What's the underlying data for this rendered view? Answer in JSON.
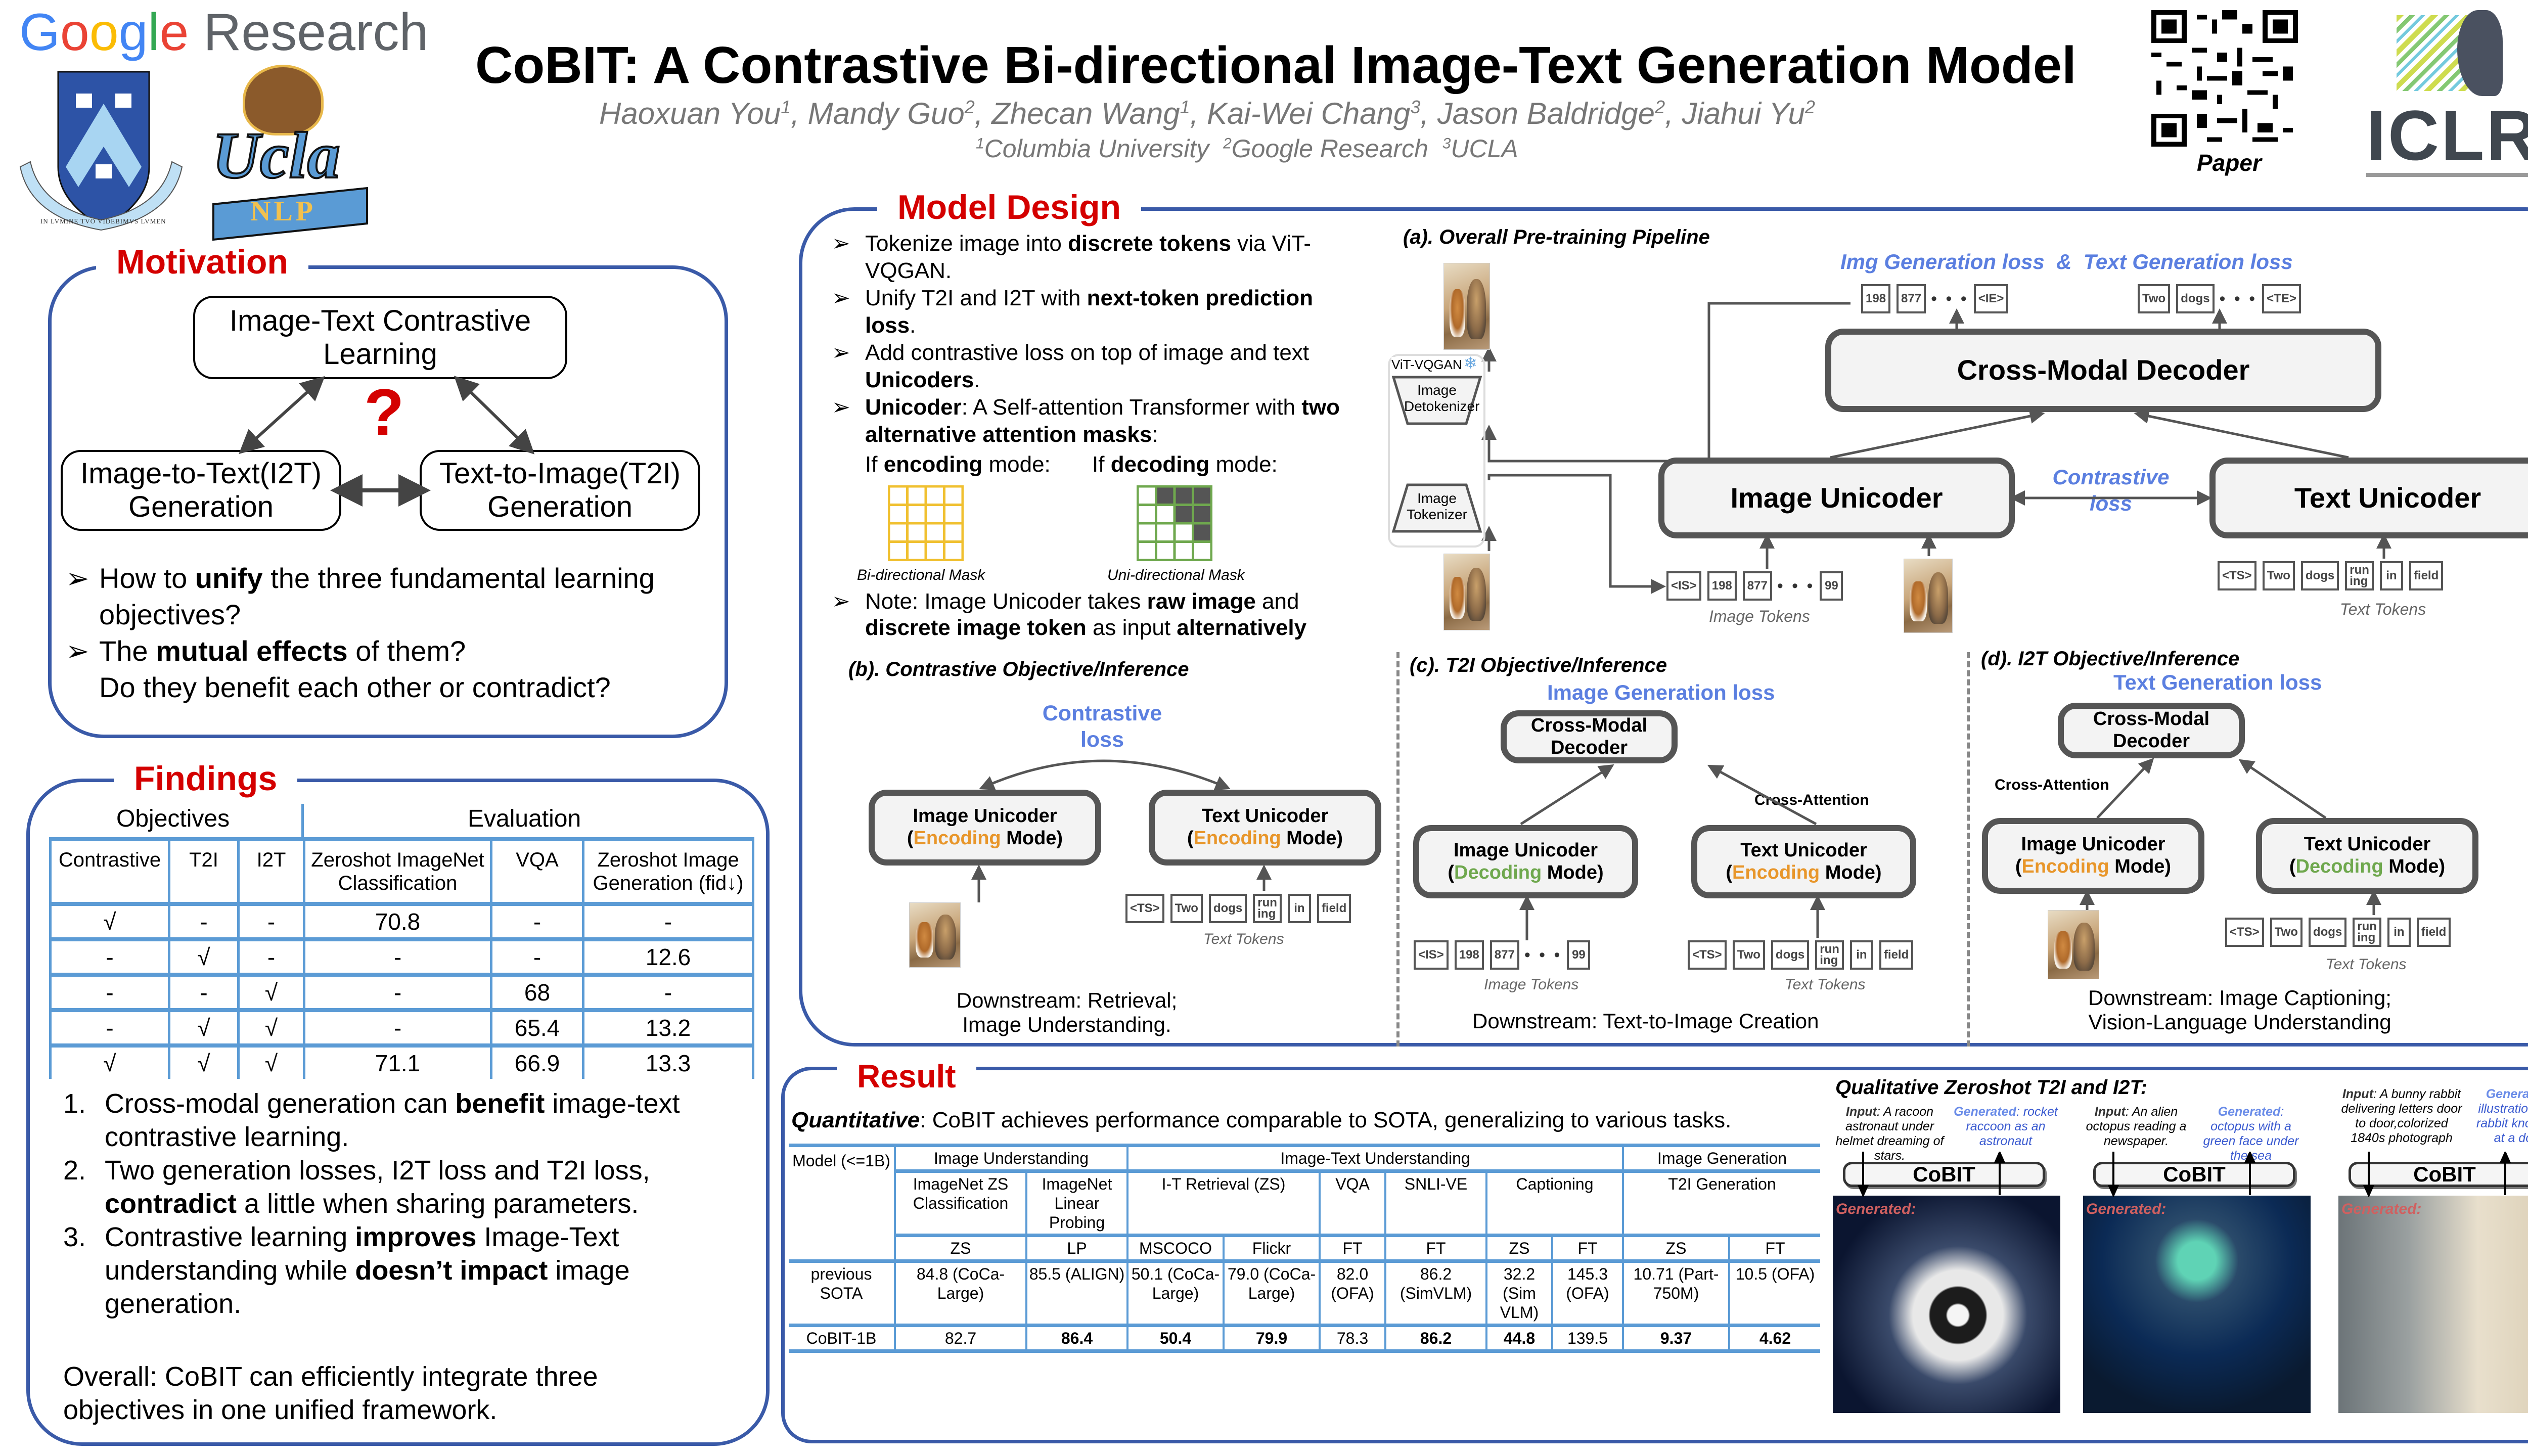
{
  "header": {
    "google_logo": "Google",
    "google_logo_suffix": "Research",
    "columbia_motto": "IN LVMINE TVO VIDEBIMVS LVMEN",
    "ucla_logo": "Ucla",
    "ucla_sub": "NLP",
    "title": "CoBIT: A Contrastive Bi-directional Image-Text Generation Model",
    "authors": [
      {
        "name": "Haoxuan You",
        "aff": "1"
      },
      {
        "name": "Mandy Guo",
        "aff": "2"
      },
      {
        "name": "Zhecan Wang",
        "aff": "1"
      },
      {
        "name": "Kai-Wei Chang",
        "aff": "3"
      },
      {
        "name": "Jason Baldridge",
        "aff": "2"
      },
      {
        "name": "Jiahui Yu",
        "aff": "2"
      }
    ],
    "affiliations": [
      {
        "num": "1",
        "name": "Columbia University"
      },
      {
        "num": "2",
        "name": "Google Research"
      },
      {
        "num": "3",
        "name": "UCLA"
      }
    ],
    "qr_label": "Paper",
    "iclr_logo": "ICLR"
  },
  "colors": {
    "section_title": "#d40000",
    "panel_border": "#3a5aa8",
    "loss_blue": "#5b7fe0",
    "encoding_orange": "#e8962a",
    "decoding_green": "#6fa84e",
    "table_line": "#5b9bd5"
  },
  "motivation": {
    "title": "Motivation",
    "node_top": "Image-Text Contrastive Learning",
    "node_left": "Image-to-Text(I2T) Generation",
    "node_right": "Text-to-Image(T2I) Generation",
    "question_mark": "?",
    "bullets": [
      {
        "pre": "How to ",
        "bold": "unify",
        "post": " the three fundamental learning objectives?"
      },
      {
        "pre": "The ",
        "bold": "mutual effects",
        "post": " of them?",
        "line2": "Do they benefit each other or contradict?"
      }
    ]
  },
  "findings": {
    "title": "Findings",
    "group_headers": [
      "Objectives",
      "Evaluation"
    ],
    "columns": [
      "Contrastive",
      "T2I",
      "I2T",
      "Zeroshot ImageNet Classification",
      "VQA",
      "Zeroshot Image Generation (fid↓)"
    ],
    "rows": [
      [
        "√",
        "-",
        "-",
        "70.8",
        "-",
        "-"
      ],
      [
        "-",
        "√",
        "-",
        "-",
        "-",
        "12.6"
      ],
      [
        "-",
        "-",
        "√",
        "-",
        "68",
        "-"
      ],
      [
        "-",
        "√",
        "√",
        "-",
        "65.4",
        "13.2"
      ],
      [
        "√",
        "√",
        "√",
        "71.1",
        "66.9",
        "13.3"
      ]
    ],
    "points": [
      {
        "num": "1.",
        "pre": "Cross-modal generation can ",
        "bold": "benefit",
        "post": " image-text contrastive learning."
      },
      {
        "num": "2.",
        "pre": "Two generation losses, I2T loss and T2I loss, ",
        "bold": "contradict",
        "post": " a little when sharing parameters."
      },
      {
        "num": "3.",
        "pre": "Contrastive learning ",
        "bold": "improves",
        "mid": " Image-Text understanding while ",
        "bold2": "doesn’t impact",
        "post": " image generation."
      }
    ],
    "overall": "Overall: CoBIT can efficiently integrate three objectives in one unified framework."
  },
  "model_design": {
    "title": "Model Design",
    "bullets": [
      {
        "pre": "Tokenize image into ",
        "bold": "discrete tokens",
        "post": " via ViT-VQGAN."
      },
      {
        "pre": "Unify T2I and I2T with ",
        "bold": "next-token prediction loss",
        "post": "."
      },
      {
        "pre": "Add contrastive loss on top of image and text ",
        "bold": "Unicoders",
        "post": "."
      },
      {
        "pre": "",
        "bold": "Unicoder",
        "post": ": A Self-attention Transformer with ",
        "bold2": "two alternative attention masks",
        "post2": ":"
      }
    ],
    "encoding_mode": {
      "pre": "If ",
      "bold": "encoding",
      "post": " mode:"
    },
    "decoding_mode": {
      "pre": "If ",
      "bold": "decoding",
      "post": " mode:"
    },
    "bi_mask_caption": "Bi-directional Mask",
    "uni_mask_caption": "Uni-directional Mask",
    "note": {
      "pre": "Note: Image Unicoder takes ",
      "bold": "raw image",
      "mid": " and ",
      "bold2": "discrete image token",
      "mid2": " as input ",
      "bold3": "alternatively"
    },
    "pipeline": {
      "title": "(a). Overall Pre-training Pipeline",
      "loss_label_img": "Img Generation loss",
      "loss_amp": "&",
      "loss_label_text": "Text Generation loss",
      "out_img_tokens": [
        "198",
        "877",
        "<IE>"
      ],
      "out_text_tokens": [
        "Two",
        "dogs",
        "<TE>"
      ],
      "decoder": "Cross-Modal Decoder",
      "image_unicoder": "Image Unicoder",
      "text_unicoder": "Text Unicoder",
      "contrastive": "Contrastive",
      "contrastive_loss": "loss",
      "vqgan_label": "ViT-VQGAN",
      "detokenizer": "Image Detokenizer",
      "tokenizer": "Image Tokenizer",
      "in_img_tokens": [
        "<IS>",
        "198",
        "877",
        "99"
      ],
      "in_text_tokens": [
        "<TS>",
        "Two",
        "dogs",
        "run ing",
        "in",
        "field"
      ],
      "image_tokens_label": "Image Tokens",
      "text_tokens_label": "Text Tokens"
    },
    "contrastive_panel": {
      "title": "(b). Contrastive Objective/Inference",
      "loss": "Contrastive loss",
      "img_box": "Image Unicoder",
      "text_box": "Text Unicoder",
      "mode_word": "Encoding",
      "mode_suffix": "Mode)",
      "text_tokens": [
        "<TS>",
        "Two",
        "dogs",
        "run ing",
        "in",
        "field"
      ],
      "text_tokens_label": "Text Tokens",
      "downstream": "Downstream: Retrieval;",
      "downstream2": "Image Understanding."
    },
    "t2i_panel": {
      "title": "(c). T2I Objective/Inference",
      "loss": "Image Generation loss",
      "decoder": "Cross-Modal Decoder",
      "cross_attention": "Cross-Attention",
      "img_box": "Image Unicoder",
      "img_mode": "Decoding",
      "text_box": "Text Unicoder",
      "text_mode": "Encoding",
      "mode_suffix": "Mode)",
      "img_tokens": [
        "<IS>",
        "198",
        "877",
        "99"
      ],
      "text_tokens": [
        "<TS>",
        "Two",
        "dogs",
        "run ing",
        "in",
        "field"
      ],
      "image_tokens_label": "Image Tokens",
      "text_tokens_label": "Text Tokens",
      "downstream": "Downstream: Text-to-Image Creation"
    },
    "i2t_panel": {
      "title": "(d). I2T Objective/Inference",
      "loss": "Text Generation loss",
      "decoder": "Cross-Modal Decoder",
      "cross_attention": "Cross-Attention",
      "img_box": "Image Unicoder",
      "img_mode": "Encoding",
      "text_box": "Text Unicoder",
      "text_mode": "Decoding",
      "mode_suffix": "Mode)",
      "text_tokens": [
        "<TS>",
        "Two",
        "dogs",
        "run ing",
        "in",
        "field"
      ],
      "text_tokens_label": "Text Tokens",
      "downstream": "Downstream: Image Captioning;",
      "downstream2": "Vision-Language Understanding"
    }
  },
  "result": {
    "title": "Result",
    "quant_label": "Quantitative",
    "quant_text": ": CoBIT achieves performance comparable to SOTA, generalizing to various tasks.",
    "table": {
      "model_header": "Model (<=1B)",
      "groups": [
        "Image Understanding",
        "Image-Text Understanding",
        "Image Generation"
      ],
      "tasks": [
        "ImageNet ZS Classification",
        "ImageNet Linear Probing",
        "I-T Retrieval (ZS)",
        "VQA",
        "SNLI-VE",
        "Captioning",
        "T2I Generation"
      ],
      "settings": [
        "ZS",
        "LP",
        "MSCOCO",
        "Flickr",
        "FT",
        "FT",
        "ZS",
        "FT",
        "ZS",
        "FT"
      ],
      "rows": [
        {
          "name": "previous SOTA",
          "values": [
            "84.8 (CoCa-Large)",
            "85.5 (ALIGN)",
            "50.1 (CoCa-Large)",
            "79.0 (CoCa-Large)",
            "82.0 (OFA)",
            "86.2 (SimVLM)",
            "32.2 (Sim VLM)",
            "145.3 (OFA)",
            "10.71 (Part-750M)",
            "10.5 (OFA)"
          ],
          "bold": [
            false,
            false,
            false,
            false,
            false,
            false,
            false,
            false,
            false,
            false
          ]
        },
        {
          "name": "CoBIT-1B",
          "values": [
            "82.7",
            "86.4",
            "50.4",
            "79.9",
            "78.3",
            "86.2",
            "44.8",
            "139.5",
            "9.37",
            "4.62"
          ],
          "bold": [
            false,
            true,
            true,
            true,
            false,
            true,
            true,
            false,
            true,
            true
          ]
        }
      ]
    },
    "qualitative": {
      "title": "Qualitative Zeroshot T2I and I2T:",
      "cobit": "CoBIT",
      "generated_tag": "Generated:",
      "input_label": "Input",
      "generated_label": "Generated",
      "examples": [
        {
          "input": ": A racoon astronaut under helmet dreaming of stars.",
          "generated": ": rocket raccoon as an astronaut"
        },
        {
          "input": ": An alien octopus reading a newspaper.",
          "generated": ": octopus with a green face under the sea"
        },
        {
          "input": ": A bunny rabbit delivering letters door to door,colorized 1840s photograph",
          "generated": ": illustration of a rabbit knocking at a door"
        }
      ]
    }
  }
}
